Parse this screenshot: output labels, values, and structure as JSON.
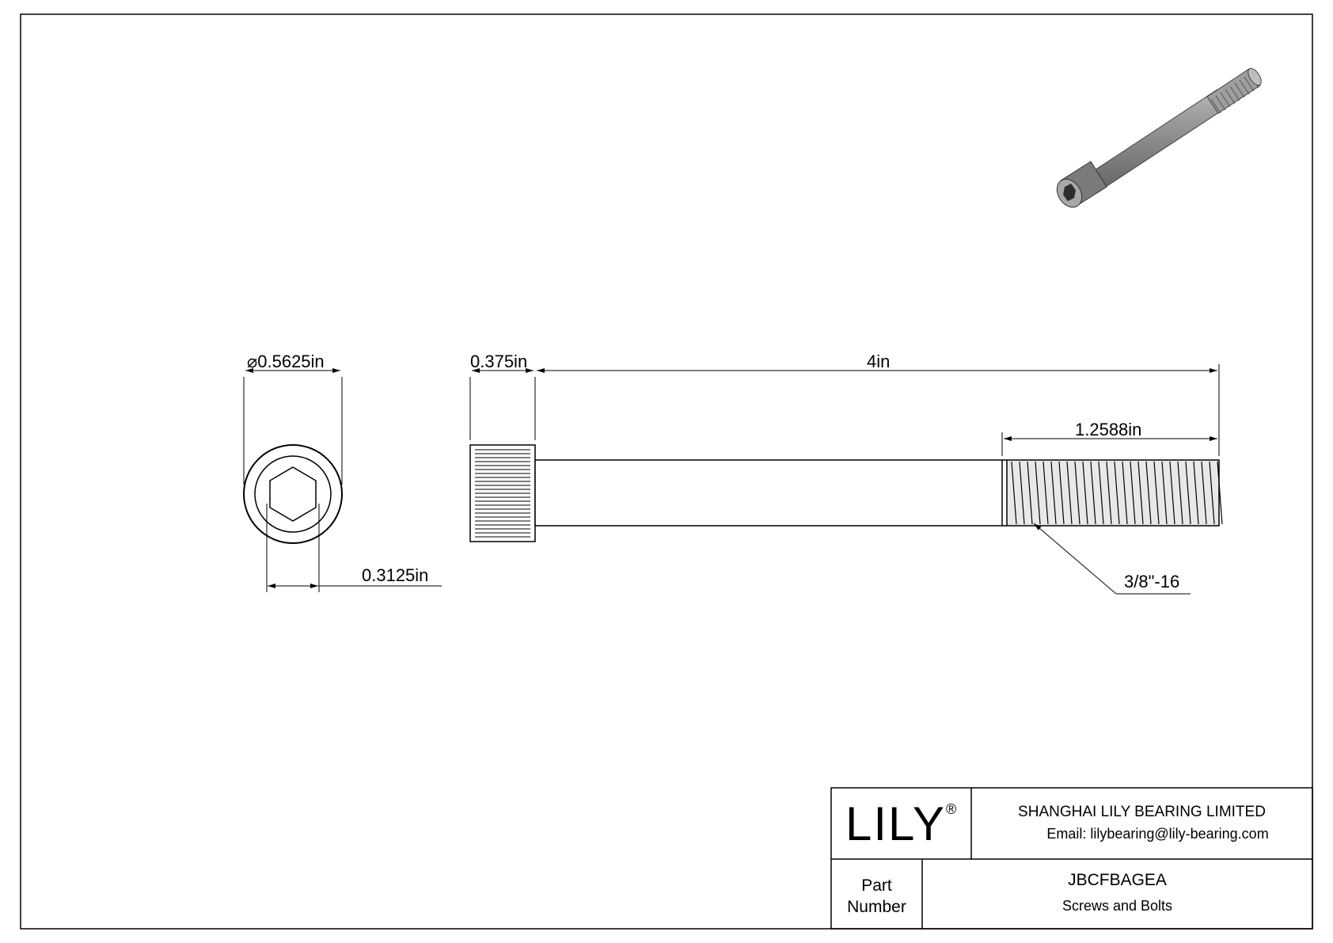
{
  "drawing": {
    "dimensions": {
      "head_diameter": "0.5625in",
      "diameter_symbol": "⌀",
      "socket_size": "0.3125in",
      "head_height": "0.375in",
      "overall_length": "4in",
      "thread_length": "1.2588in",
      "thread_spec": "3/8\"-16"
    }
  },
  "title_block": {
    "logo_text": "LILY",
    "logo_mark": "®",
    "company_name": "SHANGHAI LILY BEARING LIMITED",
    "email": "Email: lilybearing@lily-bearing.com",
    "part_label_line1": "Part",
    "part_label_line2": "Number",
    "part_number": "JBCFBAGEA",
    "category": "Screws and Bolts"
  },
  "colors": {
    "line": "#000000",
    "background": "#ffffff",
    "part_fill": "#8a8a8a"
  }
}
